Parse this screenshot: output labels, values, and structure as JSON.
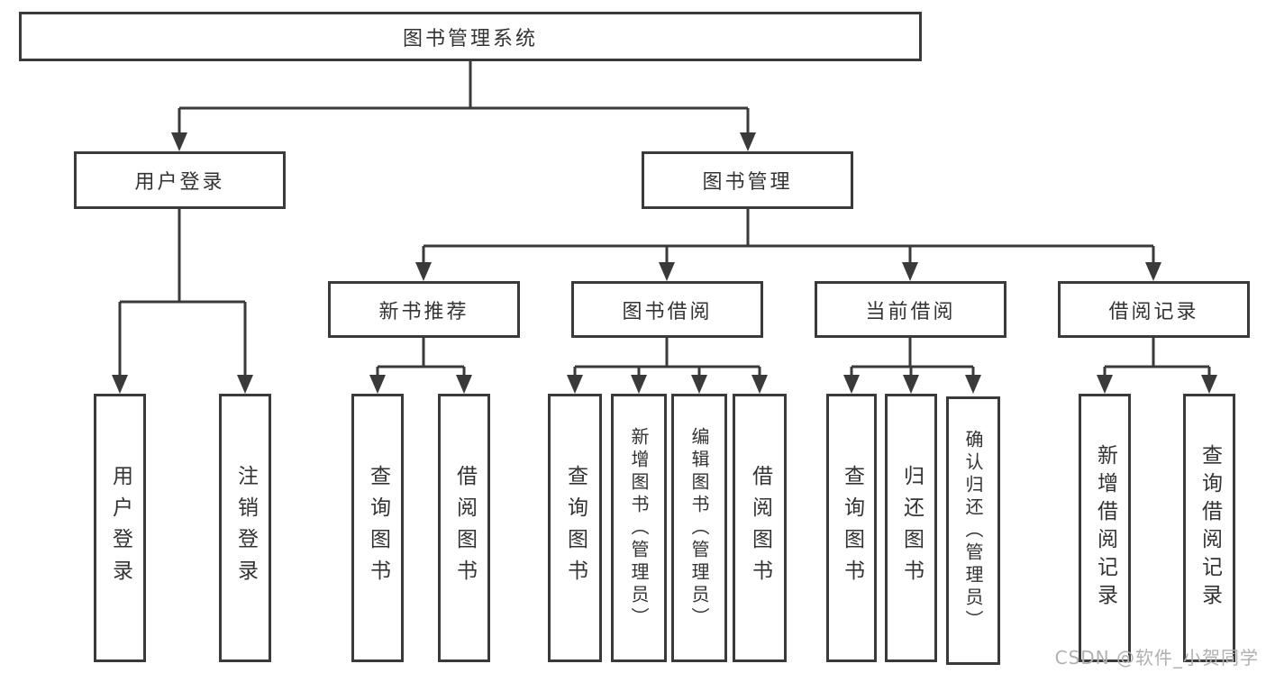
{
  "tree": {
    "root": {
      "label": "图书管理系统"
    },
    "children": [
      {
        "label": "用户登录",
        "children": [
          {
            "label": "用户登录"
          },
          {
            "label": "注销登录"
          }
        ]
      },
      {
        "label": "图书管理",
        "children": [
          {
            "label": "新书推荐",
            "children": [
              {
                "label": "查询图书"
              },
              {
                "label": "借阅图书"
              }
            ]
          },
          {
            "label": "图书借阅",
            "children": [
              {
                "label": "查询图书"
              },
              {
                "label": "新增图书（管理员）"
              },
              {
                "label": "编辑图书（管理员）"
              },
              {
                "label": "借阅图书"
              }
            ]
          },
          {
            "label": "当前借阅",
            "children": [
              {
                "label": "查询图书"
              },
              {
                "label": "归还图书"
              },
              {
                "label": "确认归还（管理员）"
              }
            ]
          },
          {
            "label": "借阅记录",
            "children": [
              {
                "label": "新增借阅记录"
              },
              {
                "label": "查询借阅记录"
              }
            ]
          }
        ]
      }
    ]
  },
  "watermark": {
    "text": "CSDN @软件_小贺同学"
  },
  "colors": {
    "line": "#3a3a3a",
    "box_border": "#3a3a3a",
    "text": "#333333",
    "watermark": "#b0b0b0",
    "background": "#ffffff"
  }
}
